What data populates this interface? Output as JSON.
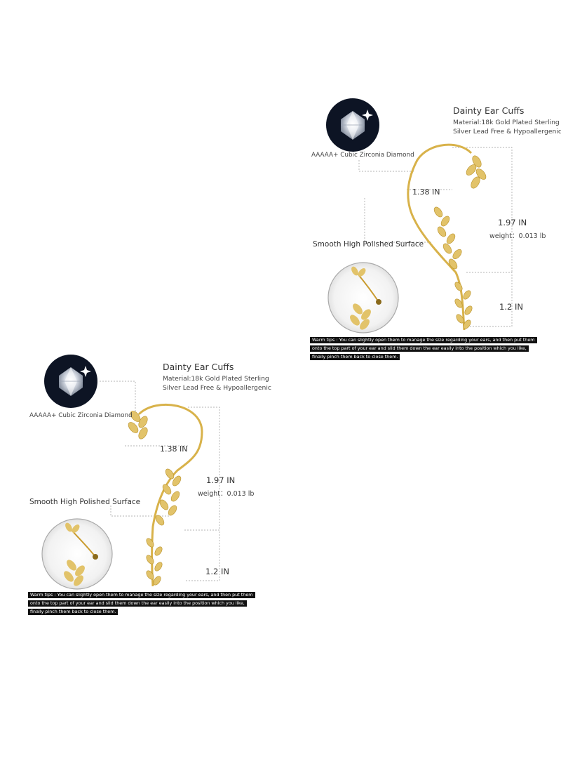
{
  "product": {
    "title": "Dainty Ear Cuffs",
    "material_line1": "Material:18k Gold Plated  Sterling",
    "material_line2": "Silver Lead Free & Hypoallergenic",
    "diamond_label": "AAAAA+ Cubic Zirconia Diamond",
    "width_label": "1.38 IN",
    "height_label": "1.97 IN",
    "weight_label": "weight：0.013 lb",
    "surface_label": "Smooth High Polished Surface",
    "drop_label": "1.2 IN",
    "tips": [
      "Warm tips : You can slightly open them to manage the size regarding your ears, and then put them",
      " onto the top part of your ear and slid them down the ear easily into the position which you like,",
      "finally pinch them back to close them."
    ]
  },
  "colors": {
    "gold": "#d8b24a",
    "dark_circle": "#0d1424",
    "tip_bg": "#111111",
    "dimension_line": "#9a9a9a"
  }
}
